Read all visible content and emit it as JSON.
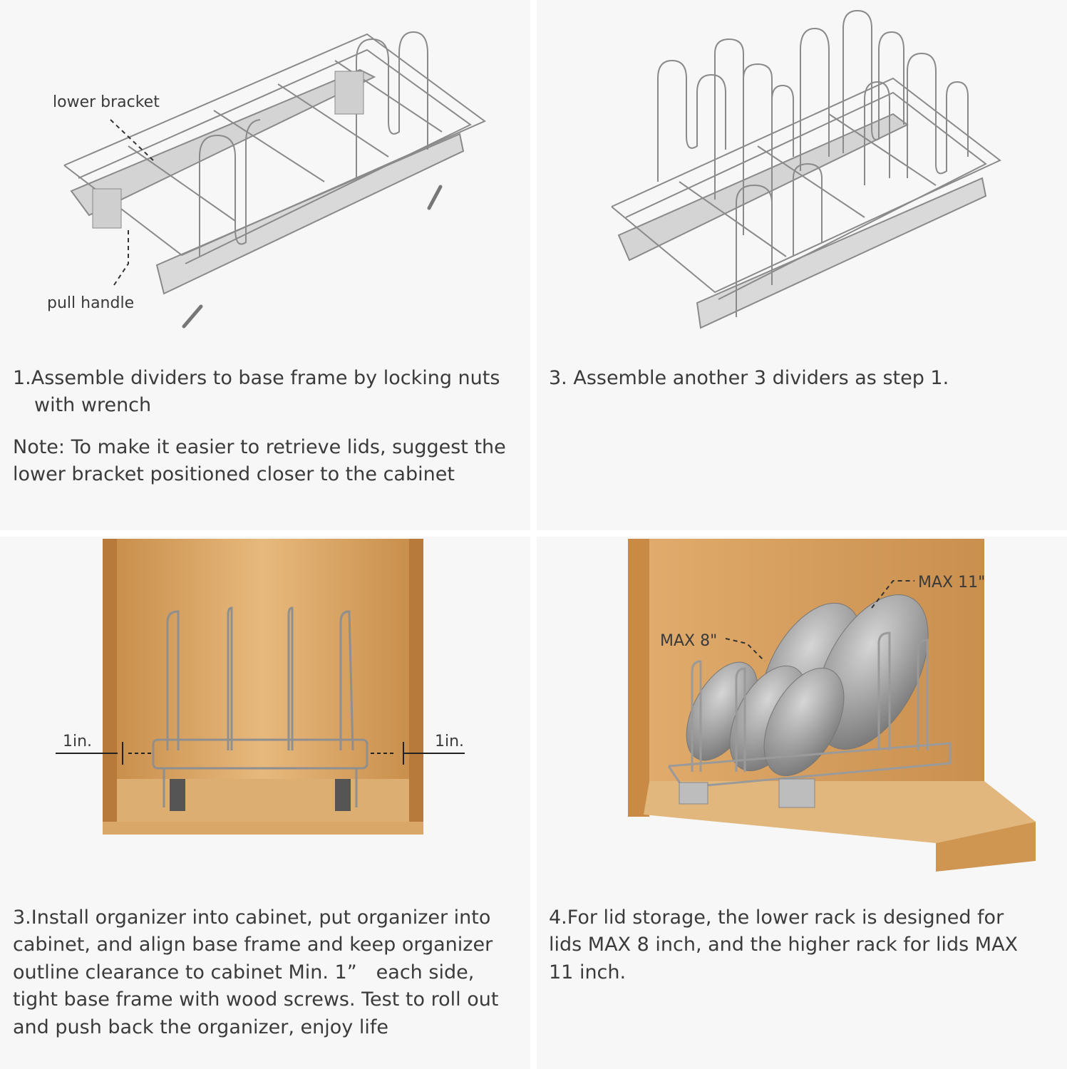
{
  "panel1": {
    "labels": {
      "lower_bracket": "lower bracket",
      "pull_handle": "pull handle"
    },
    "step_line1": "1.Assemble dividers to base frame by locking nuts",
    "step_line2": "with wrench",
    "note_line1": "Note: To make it easier to retrieve lids, suggest the",
    "note_line2": "lower bracket positioned closer to the cabinet"
  },
  "panel2": {
    "step_text": "3. Assemble another 3 dividers as step 1."
  },
  "panel3": {
    "labels": {
      "left_clearance": "1in.",
      "right_clearance": "1in."
    },
    "lines": [
      "3.Install organizer into cabinet, put organizer into",
      "cabinet, and align base frame and keep organizer",
      "outline clearance to cabinet Min. 1”　each side,",
      "tight base frame with wood screws. Test to roll out",
      "and push back the organizer, enjoy life"
    ]
  },
  "panel4": {
    "labels": {
      "max_high": "MAX 11\"",
      "max_low": "MAX 8\""
    },
    "lines": [
      "4.For lid storage, the lower rack is designed for",
      "lids MAX 8 inch, and the higher rack for lids MAX",
      "11 inch."
    ]
  },
  "colors": {
    "panel_bg": "#f7f7f7",
    "text": "#3b3b3b",
    "wire": "#8a8a8a",
    "rail": "#b5b5b5",
    "wood_light": "#e3b47a",
    "wood_dark": "#c9914f",
    "lid": "#a9a9a9"
  }
}
